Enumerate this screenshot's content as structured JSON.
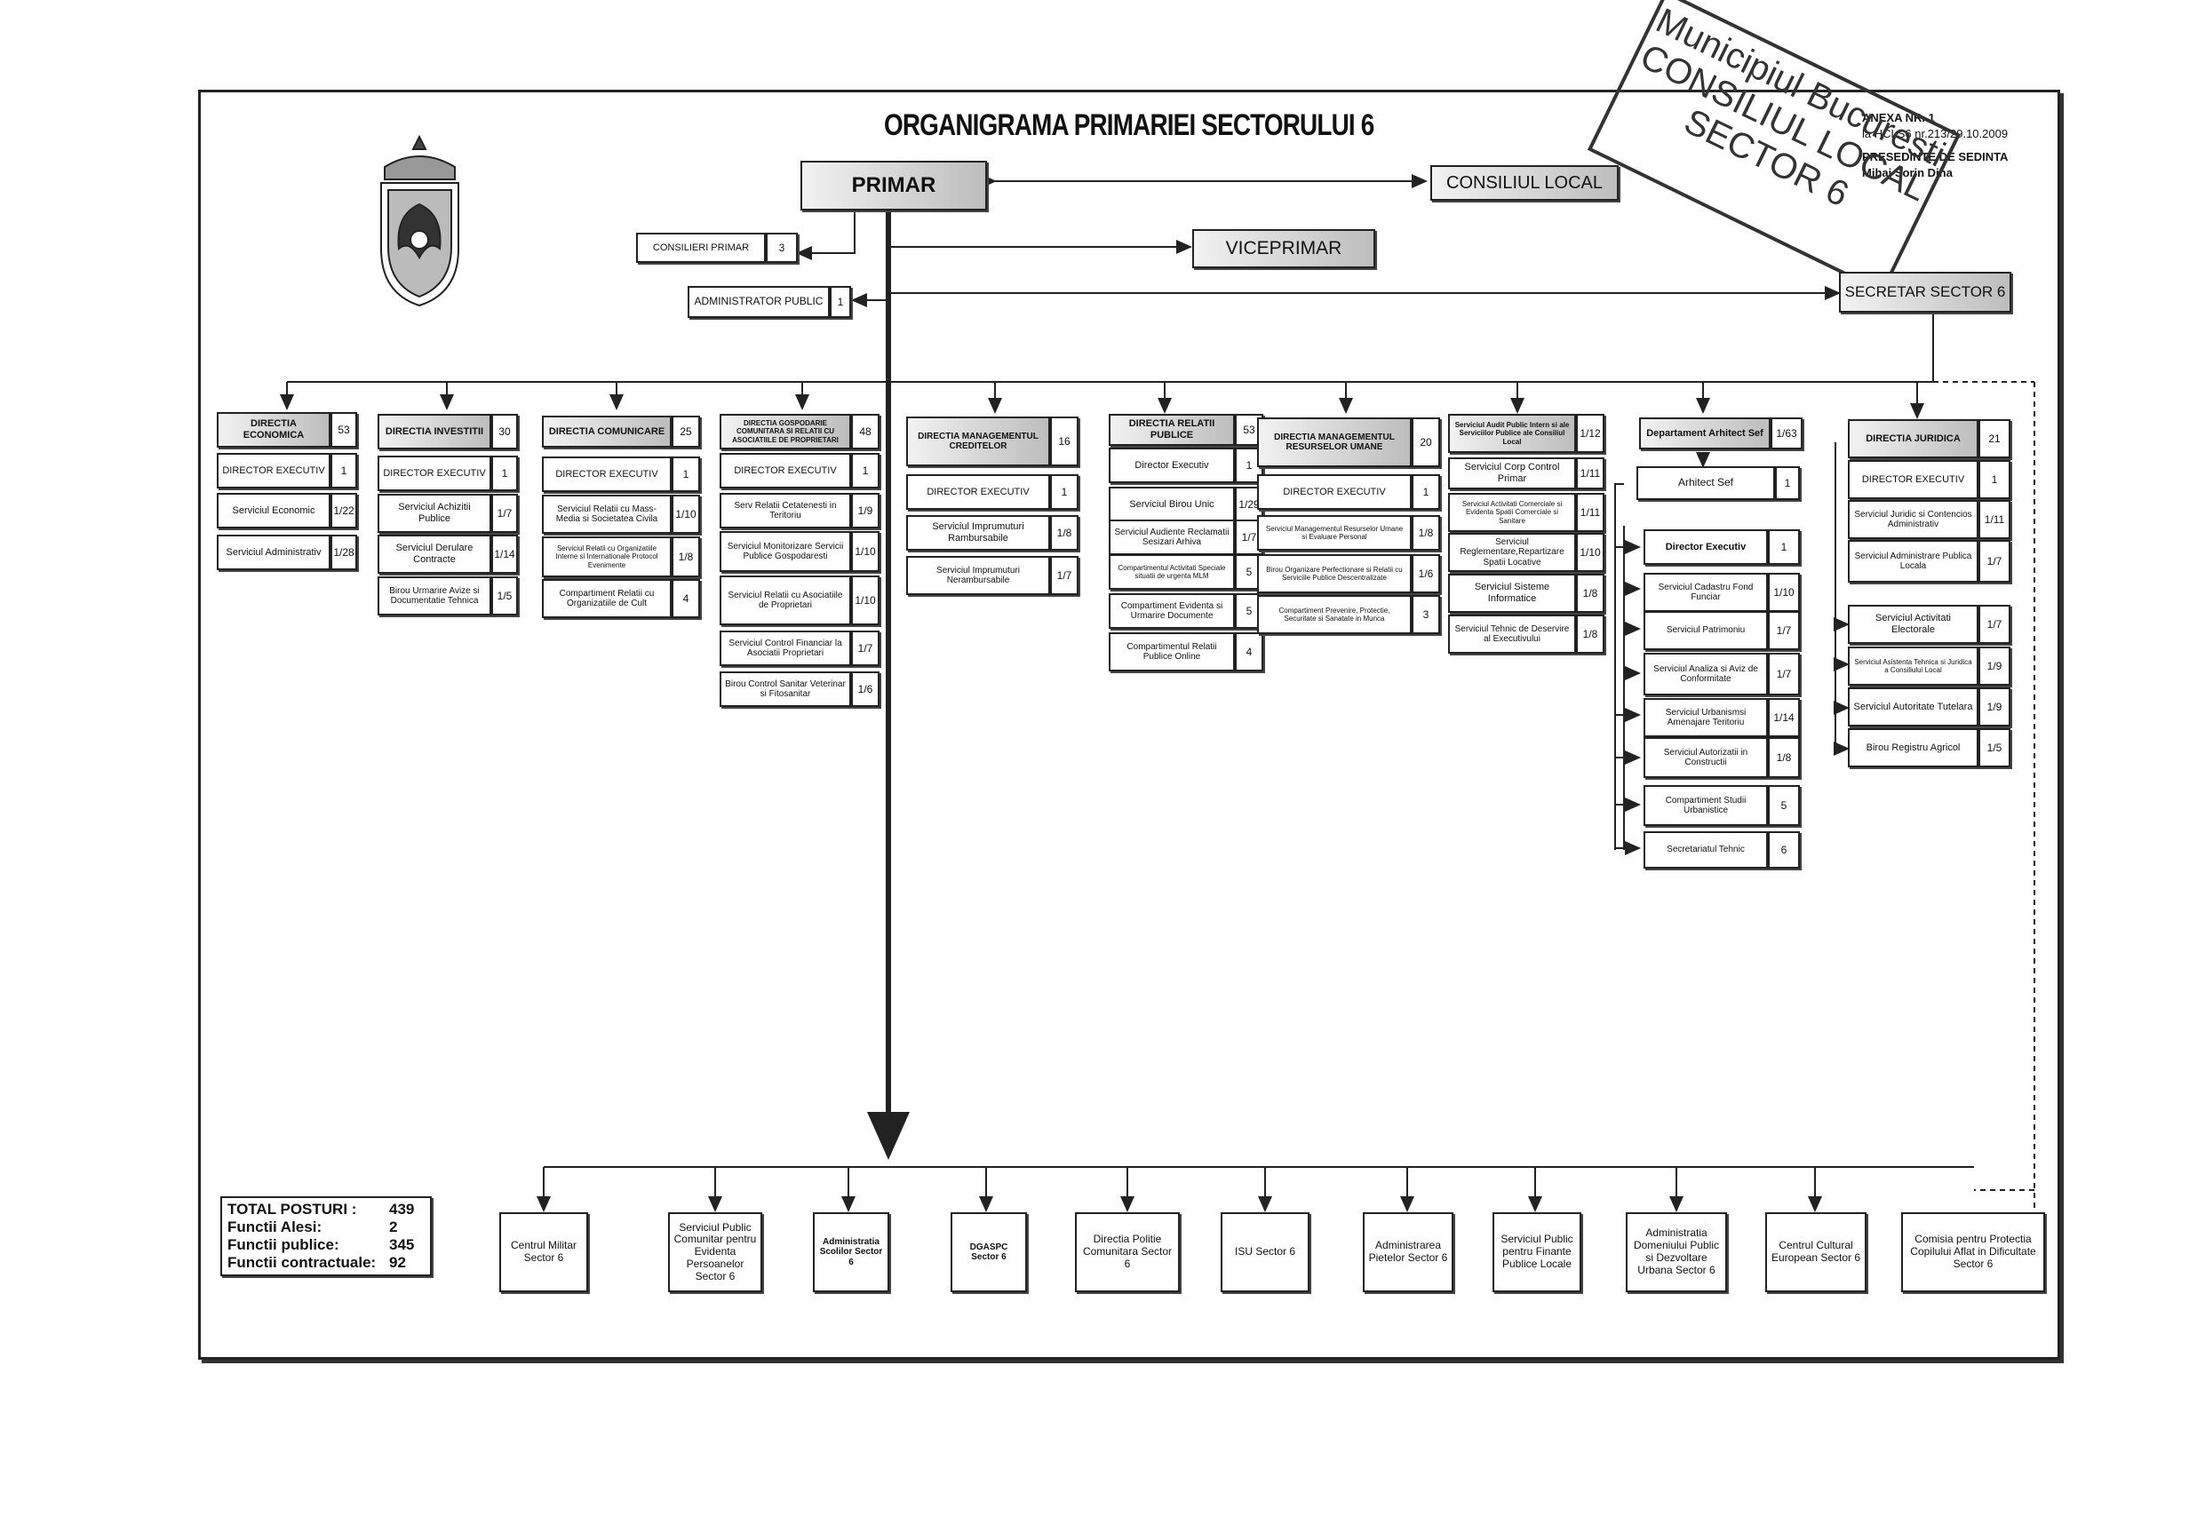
{
  "title": "ORGANIGRAMA PRIMARIEI SECTORULUI 6",
  "anexa": {
    "line1": "ANEXA NR.  1",
    "line2": "la HCLS6 nr.213/29.10.2009",
    "line3": "PRESEDINTE DE SEDINTA",
    "line4": "Mihai Sorin Dina"
  },
  "stamp": {
    "line1": "Municipiul Bucuresti",
    "line2": "CONSILIUL LOCAL",
    "line3": "SECTOR 6"
  },
  "top": {
    "primar": "PRIMAR",
    "consiliul_local": "CONSILIUL LOCAL",
    "viceprimar": "VICEPRIMAR",
    "secretar": "SECRETAR SECTOR 6",
    "consilieri": "CONSILIERI PRIMAR",
    "consilieri_num": "3",
    "administrator": "ADMINISTRATOR PUBLIC",
    "administrator_num": "1"
  },
  "directions": [
    {
      "name": "DIRECTIA ECONOMICA",
      "num": "53",
      "items": [
        [
          "DIRECTOR EXECUTIV",
          "1"
        ],
        [
          "Serviciul Economic",
          "1/22"
        ],
        [
          "Serviciul Administrativ",
          "1/28"
        ]
      ]
    },
    {
      "name": "DIRECTIA INVESTITII",
      "num": "30",
      "items": [
        [
          "DIRECTOR EXECUTIV",
          "1"
        ],
        [
          "Serviciul Achizitii Publice",
          "1/7"
        ],
        [
          "Serviciul Derulare Contracte",
          "1/14"
        ],
        [
          "Birou Urmarire Avize si Documentatie Tehnica",
          "1/5"
        ]
      ]
    },
    {
      "name": "DIRECTIA COMUNICARE",
      "num": "25",
      "items": [
        [
          "DIRECTOR EXECUTIV",
          "1"
        ],
        [
          "Serviciul Relatii cu Mass-Media si Societatea Civila",
          "1/10"
        ],
        [
          "Serviciul Relatii cu Organizatiile Interne si Internationale Protocol Evenimente",
          "1/8"
        ],
        [
          "Compartiment Relatii cu Organizatiile de Cult",
          "4"
        ]
      ]
    },
    {
      "name": "DIRECTIA GOSPODARIE COMUNITARA SI RELATII CU ASOCIATIILE DE PROPRIETARI",
      "num": "48",
      "items": [
        [
          "DIRECTOR EXECUTIV",
          "1"
        ],
        [
          "Serv Relatii Cetatenesti in Teritoriu",
          "1/9"
        ],
        [
          "Serviciul Monitorizare Servicii Publice Gospodaresti",
          "1/10"
        ],
        [
          "Serviciul Relatii cu Asociatiile de Proprietari",
          "1/10"
        ],
        [
          "Serviciul Control Financiar la Asociatii Proprietari",
          "1/7"
        ],
        [
          "Birou Control Sanitar Veterinar si Fitosanitar",
          "1/6"
        ]
      ]
    },
    {
      "name": "DIRECTIA MANAGEMENTUL CREDITELOR",
      "num": "16",
      "items": [
        [
          "DIRECTOR EXECUTIV",
          "1"
        ],
        [
          "Serviciul Imprumuturi Rambursabile",
          "1/8"
        ],
        [
          "Serviciul Imprumuturi Nerambursabile",
          "1/7"
        ]
      ]
    },
    {
      "name": "DIRECTIA RELATII PUBLICE",
      "num": "53",
      "items": [
        [
          "Director Executiv",
          "1"
        ],
        [
          "Serviciul Birou Unic",
          "1/29"
        ],
        [
          "Serviciul Audiente Reclamatii Sesizari Arhiva",
          "1/7"
        ],
        [
          "Compartimentul Activitati Speciale situatii de urgenta MLM",
          "5"
        ],
        [
          "Compartiment Evidenta si Urmarire Documente",
          "5"
        ],
        [
          "Compartimentul Relatii Publice Online",
          "4"
        ]
      ]
    },
    {
      "name": "DIRECTIA MANAGEMENTUL RESURSELOR UMANE",
      "num": "20",
      "items": [
        [
          "DIRECTOR EXECUTIV",
          "1"
        ],
        [
          "Serviciul Managementul Resurselor Umane si Evaluare Personal",
          "1/8"
        ],
        [
          "Birou Organizare Perfectionare si Relatii cu Serviciile Publice Descentralizate",
          "1/6"
        ],
        [
          "Compartiment Prevenire, Protectie, Securitate si Sanatate in Munca",
          "3"
        ]
      ]
    },
    {
      "name": "Serviciul Audit Public Intern si ale Serviciilor Publice ale Consiliul Local",
      "num": "1/12",
      "items": [
        [
          "Serviciul Corp Control Primar",
          "1/11"
        ],
        [
          "Serviciul Activitati Comerciale si Evidenta Spatii Comerciale si Sanitare",
          "1/11"
        ],
        [
          "Serviciul Reglementare,Repartizare Spatii Locative",
          "1/10"
        ],
        [
          "Serviciul Sisteme Informatice",
          "1/8"
        ],
        [
          "Serviciul Tehnic de Deservire al Executivului",
          "1/8"
        ]
      ]
    },
    {
      "name": "Departament Arhitect Sef",
      "num": "1/63",
      "arhitect": [
        "Arhitect Sef",
        "1"
      ],
      "director": [
        "Director Executiv",
        "1"
      ],
      "items": [
        [
          "Serviciul Cadastru Fond Funciar",
          "1/10"
        ],
        [
          "Serviciul Patrimoniu",
          "1/7"
        ],
        [
          "Serviciul Analiza si Aviz de Conformitate",
          "1/7"
        ],
        [
          "Serviciul Urbanismsi Amenajare Teritoriu",
          "1/14"
        ],
        [
          "Serviciul Autorizatii in Constructii",
          "1/8"
        ],
        [
          "Compartiment Studii Urbanistice",
          "5"
        ],
        [
          "Secretariatul Tehnic",
          "6"
        ]
      ]
    },
    {
      "name": "DIRECTIA JURIDICA",
      "num": "21",
      "items": [
        [
          "DIRECTOR EXECUTIV",
          "1"
        ],
        [
          "Serviciul Juridic si Contencios Administrativ",
          "1/11"
        ],
        [
          "Serviciul Administrare Publica Locala",
          "1/7"
        ],
        [
          "Serviciul Activitati Electorale",
          "1/7"
        ],
        [
          "Serviciul Asistenta Tehnica si Juridica a Consiliului Local",
          "1/9"
        ],
        [
          "Serviciul Autoritate Tutelara",
          "1/9"
        ],
        [
          "Birou Registru Agricol",
          "1/5"
        ]
      ]
    }
  ],
  "bottom": [
    "Centrul Militar Sector 6",
    "Serviciul Public Comunitar pentru Evidenta Persoanelor Sector 6",
    "Administratia Scolilor Sector 6",
    "DGASPC Sector 6",
    "Directia Politie Comunitara Sector 6",
    "ISU Sector 6",
    "Administrarea Pietelor Sector 6",
    "Serviciul Public pentru Finante Publice Locale",
    "Administratia Domeniului Public si Dezvoltare Urbana Sector 6",
    "Centrul Cultural European Sector 6",
    "Comisia pentru Protectia Copilului Aflat in Dificultate Sector 6"
  ],
  "totals": {
    "posturi_label": "TOTAL POSTURI :",
    "posturi": "439",
    "alesi_label": "Functii Alesi:",
    "alesi": "2",
    "publice_label": "Functii publice:",
    "publice": "345",
    "contractuale_label": "Functii contractuale:",
    "contractuale": "92"
  }
}
